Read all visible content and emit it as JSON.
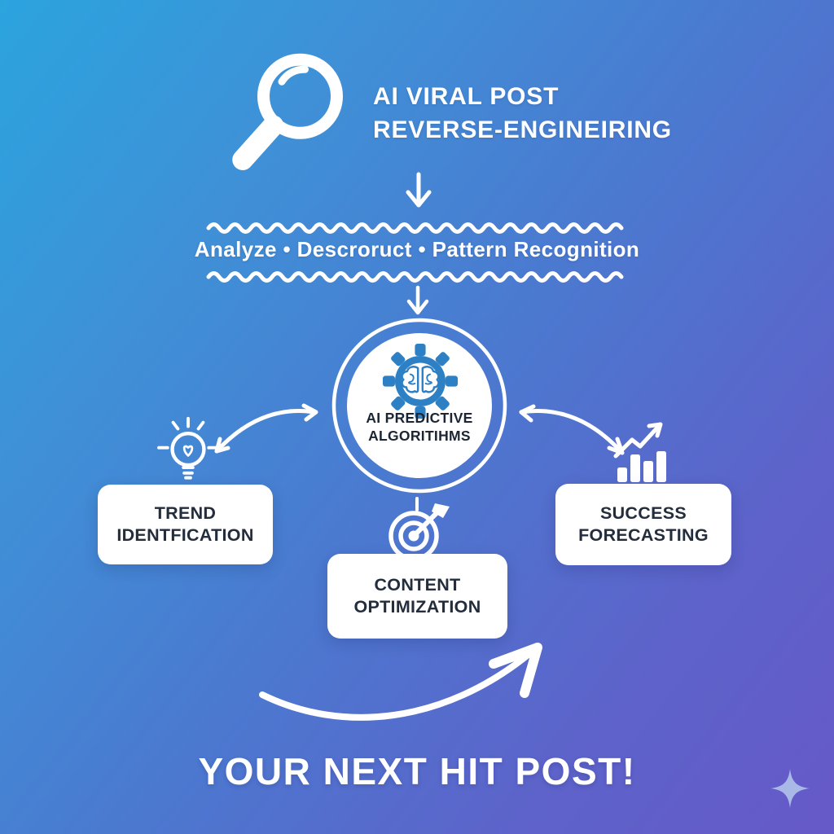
{
  "colors": {
    "bg_top_left": "#2ba4de",
    "bg_mid": "#4b79d0",
    "bg_bottom_right": "#6659c8",
    "accent_blue": "#2e80c5",
    "text_dark_navy": "#232d3c",
    "white": "#ffffff",
    "sparkle_lavender": "#aab8e8"
  },
  "header": {
    "icon": "magnifier-icon",
    "title": "AI VIRAL POST\nREVERSE-ENGINEIRING"
  },
  "banner": {
    "text": "Analyze • Descroruct • Pattern Recognition"
  },
  "core": {
    "icon": "gear-brain-icon",
    "label": "AI PREDICTIVE\nALGORITIHMS"
  },
  "nodes": {
    "trend": {
      "icon": "lightbulb-icon",
      "label": "TREND\nIDENTFICATION"
    },
    "content": {
      "icon": "target-arrow-icon",
      "label": "CONTENT\nOPTIMIZATION"
    },
    "success": {
      "icon": "growth-chart-icon",
      "label": "SUCCESS\nFORECASTING"
    }
  },
  "footer": {
    "text": "YOUR NEXT HIT POST!"
  },
  "decor_icons": {
    "flow_down_arrows": "down-arrow-icon",
    "wavy_dividers": "wavy-divider",
    "left_link": "curved-double-arrow-left-icon",
    "right_link": "curved-double-arrow-right-icon",
    "result_swoosh": "swoosh-arrow-icon",
    "corner_sparkle": "sparkle-icon"
  }
}
